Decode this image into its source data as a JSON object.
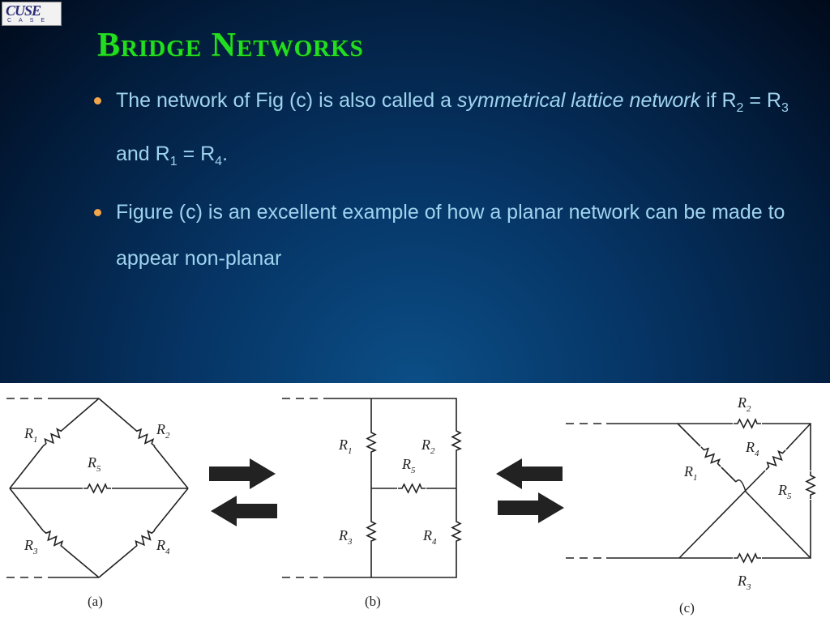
{
  "logo": {
    "main": "CUSE",
    "sub": "CASE"
  },
  "title": "Bridge Networks",
  "bullets": {
    "b1": {
      "part1": "The network of Fig (c) is also called a ",
      "italic": "symmetrical lattice network",
      "part2": " if R",
      "s1": "2",
      "t1": " = R",
      "s2": "3",
      "t2": " and R",
      "s3": "1",
      "t3": " = R",
      "s4": "4",
      "t4": "."
    },
    "b2": "Figure (c) is an excellent example of how a planar network can be made to appear non-planar"
  },
  "figure": {
    "captions": {
      "a": "(a)",
      "b": "(b)",
      "c": "(c)"
    },
    "resistor_letter": "R",
    "resistor_numbers": {
      "r1": "1",
      "r2": "2",
      "r3": "3",
      "r4": "4",
      "r5": "5"
    }
  }
}
